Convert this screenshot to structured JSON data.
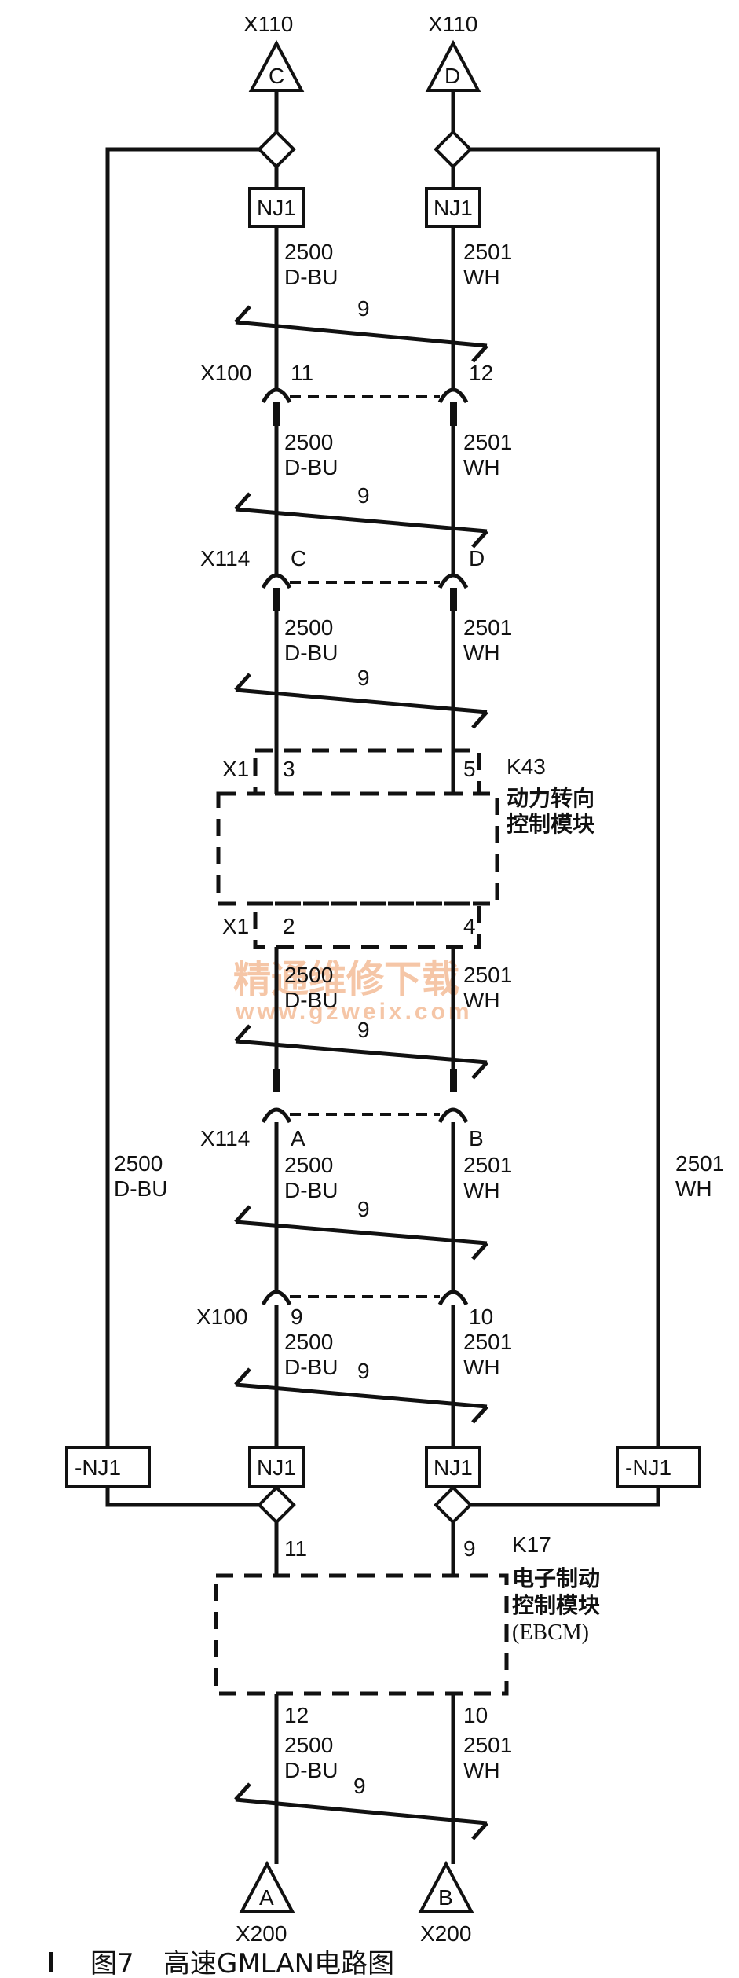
{
  "top_connectors": [
    {
      "name": "X110",
      "pin": "C"
    },
    {
      "name": "X110",
      "pin": "D"
    }
  ],
  "bottom_connectors": [
    {
      "name": "X200",
      "pin": "A"
    },
    {
      "name": "X200",
      "pin": "B"
    }
  ],
  "splices": {
    "main": "NJ1",
    "side": "-NJ1"
  },
  "wire_left": {
    "circuit": "2500",
    "color": "D-BU"
  },
  "wire_right": {
    "circuit": "2501",
    "color": "WH"
  },
  "twist_label": "9",
  "inline_connectors": [
    {
      "name": "X100",
      "left_pin": "11",
      "right_pin": "12"
    },
    {
      "name": "X114",
      "left_pin": "C",
      "right_pin": "D"
    },
    {
      "name": "X114",
      "left_pin": "A",
      "right_pin": "B"
    },
    {
      "name": "X100",
      "left_pin": "9",
      "right_pin": "10"
    }
  ],
  "module_k43": {
    "id": "K43",
    "name": "动力转向控制模块",
    "name_line1": "动力转向",
    "name_line2": "控制模块",
    "connector": "X1",
    "pins_top": [
      "3",
      "5"
    ],
    "pins_bottom": [
      "2",
      "4"
    ]
  },
  "module_k17": {
    "id": "K17",
    "name_line1": "电子制动",
    "name_line2": "控制模块",
    "name_line3": "(EBCM)",
    "pins_top": [
      "11",
      "9"
    ],
    "pins_bottom": [
      "12",
      "10"
    ]
  },
  "watermark": {
    "text": "精通维修下载",
    "url": "www.gzweix.com"
  },
  "caption": {
    "figure": "图7",
    "title": "高速GMLAN电路图"
  }
}
